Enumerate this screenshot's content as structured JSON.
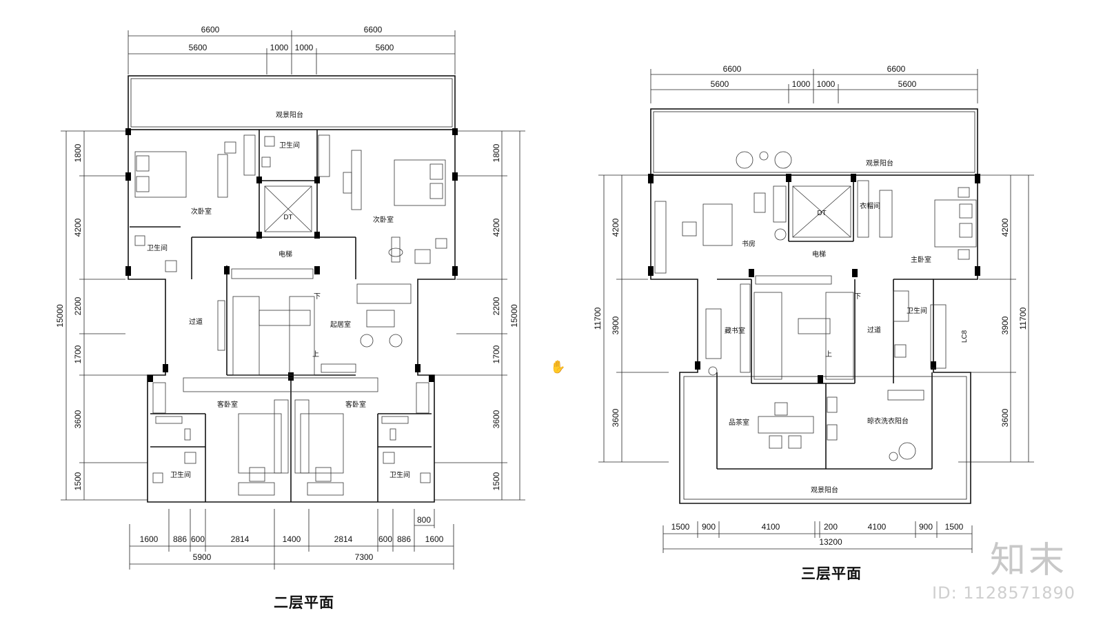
{
  "floor2": {
    "title": "二层平面",
    "dims_top1": [
      "6600",
      "6600"
    ],
    "dims_top2": [
      "5600",
      "1000",
      "1000",
      "5600"
    ],
    "dims_bottom1": [
      "1600",
      "886",
      "600",
      "2814",
      "1400",
      "2814",
      "600",
      "886",
      "1600"
    ],
    "dims_bottom2": [
      "5900",
      "7300"
    ],
    "dim_800": "800",
    "dims_left": [
      "1800",
      "4200",
      "2200",
      "1700",
      "3600",
      "1500"
    ],
    "dim_left_total": "15000",
    "dims_right": [
      "1800",
      "4200",
      "2200",
      "1700",
      "3600",
      "1500"
    ],
    "dim_right_total": "15000",
    "rooms": {
      "balcony": "观景阳台",
      "bath_top": "卫生间",
      "bed_left": "次卧室",
      "bed_right": "次卧室",
      "bath_left": "卫生间",
      "elevator": "电梯",
      "corridor": "过道",
      "living": "起居室",
      "guest_left": "客卧室",
      "guest_right": "客卧室",
      "bath_bl": "卫生间",
      "bath_br": "卫生间",
      "dt": "DT",
      "down": "下",
      "up": "上"
    }
  },
  "floor3": {
    "title": "三层平面",
    "dims_top1": [
      "6600",
      "6600"
    ],
    "dims_top2": [
      "5600",
      "1000",
      "1000",
      "5600"
    ],
    "dims_bottom1": [
      "1500",
      "900",
      "4100",
      "200",
      "4100",
      "900",
      "1500"
    ],
    "dim_bottom_total": "13200",
    "dims_left": [
      "4200",
      "3900",
      "3600"
    ],
    "dim_left_total": "11700",
    "dims_right": [
      "4200",
      "3900",
      "3600"
    ],
    "dim_right_total": "11700",
    "rooms": {
      "balcony_top": "观景阳台",
      "study": "书房",
      "elevator": "电梯",
      "closet": "衣帽间",
      "master": "主卧室",
      "library": "藏书室",
      "corridor": "过道",
      "bath": "卫生间",
      "tea": "品茶室",
      "laundry": "晾衣洗衣阳台",
      "balcony_bottom": "观景阳台",
      "lc": "LC8",
      "dt": "DT",
      "down": "下",
      "up": "上"
    }
  },
  "watermark": {
    "logo": "知末",
    "id": "ID: 1128571890"
  },
  "cursor_icon": "hand-cursor-icon"
}
